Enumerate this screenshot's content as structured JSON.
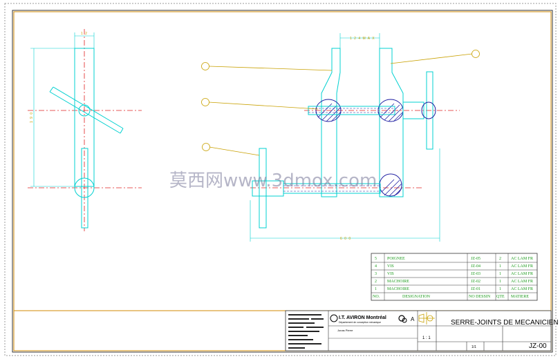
{
  "watermark": "莫西网www.3dmox.com",
  "dimensions": {
    "jaw_opening": "1 2 4  M A X",
    "total_length": "6 0 0",
    "height": "1 9 0",
    "bar_width": "1 2"
  },
  "bom": {
    "headers": {
      "no": "NO.",
      "designation": "DESIGNATION",
      "drawing_no": "NO DESSIN",
      "qty": "QTE",
      "material": "MATIERE"
    },
    "rows": [
      {
        "no": "5",
        "designation": "POIGNEE",
        "drawing_no": "JZ-05",
        "qty": "2",
        "material": "AC LAM FR"
      },
      {
        "no": "4",
        "designation": "VIS",
        "drawing_no": "JZ-04",
        "qty": "1",
        "material": "AC LAM FR"
      },
      {
        "no": "3",
        "designation": "VIS",
        "drawing_no": "JZ-03",
        "qty": "1",
        "material": "AC LAM FR"
      },
      {
        "no": "2",
        "designation": "MACHOIRE",
        "drawing_no": "JZ-02",
        "qty": "1",
        "material": "AC LAM FR"
      },
      {
        "no": "1",
        "designation": "MACHOIRE",
        "drawing_no": "JZ-01",
        "qty": "1",
        "material": "AC LAM FR"
      }
    ]
  },
  "title_block": {
    "company": "I.T. AVIRON Montréal",
    "company_sub": "Département de conception mécanique",
    "sheet_size": "A",
    "title": "SERRE-JOINTS DE MECANICIEN",
    "drawing_number": "JZ-00",
    "scale": "1 : 1",
    "drawn_by": "Jonas Pierre",
    "sheet": "1/1"
  }
}
